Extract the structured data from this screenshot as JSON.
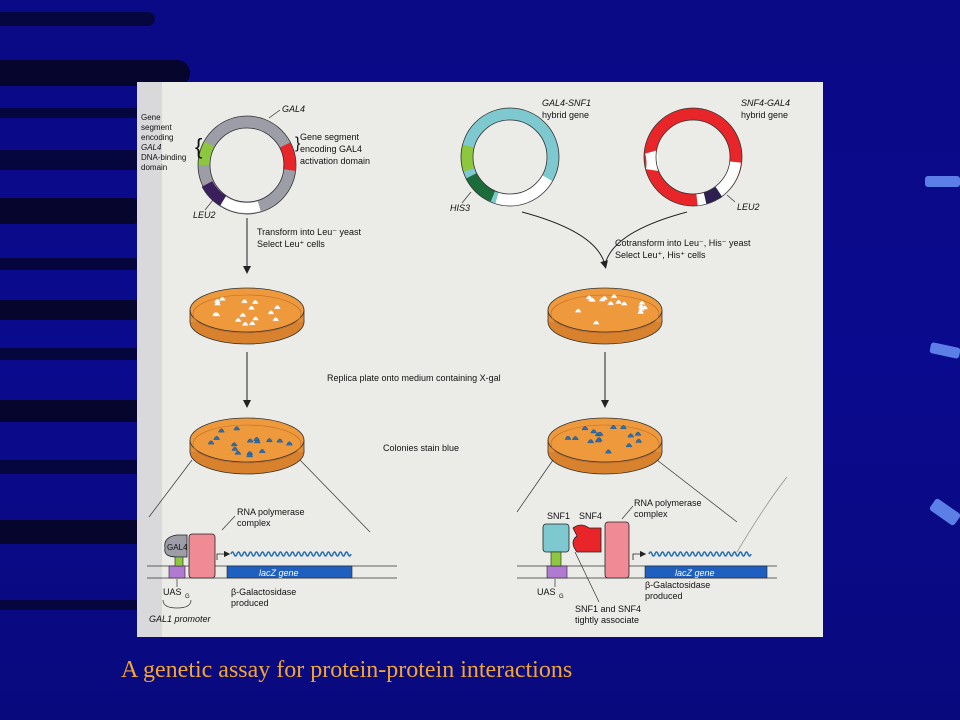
{
  "caption": "A genetic assay for protein-protein interactions",
  "colors": {
    "background": "#0a0a86",
    "caption": "#f2a52f",
    "plate": "#ee9a3c",
    "colony_white": "#ffffff",
    "colony_blue": "#2a6fb0",
    "gal4_activation": "#e8262a",
    "snf1_hybrid": "#7ec8cf",
    "snf4_hybrid": "#e8262a",
    "lacz": "#1f5fbf"
  },
  "diagram": {
    "left": {
      "plasmid_gal4_label": "GAL4",
      "dna_binding_label": [
        "Gene",
        "segment",
        "encoding",
        "GAL4",
        "DNA-binding",
        "domain"
      ],
      "activation_label": [
        "Gene segment",
        "encoding GAL4",
        "activation domain"
      ],
      "marker_label": "LEU2",
      "transform_step": [
        "Transform into Leu⁻ yeast",
        "Select Leu⁺ cells"
      ]
    },
    "right": {
      "plasmid1_label": [
        "GAL4-SNF1",
        "hybrid gene"
      ],
      "plasmid1_marker": "HIS3",
      "plasmid2_label": [
        "SNF4-GAL4",
        "hybrid gene"
      ],
      "plasmid2_marker": "LEU2",
      "cotransform_step": [
        "Cotransform into Leu⁻, His⁻ yeast",
        "Select Leu⁺, His⁺ cells"
      ]
    },
    "center": {
      "replica_step": "Replica plate onto medium containing X-gal",
      "stain_result": "Colonies stain blue"
    },
    "bottom_left": {
      "rna_pol": [
        "RNA polymerase",
        "complex"
      ],
      "gal4_tag": "GAL4",
      "lacz_gene": "lacZ gene",
      "uas": "UAS",
      "uas_sub": "G",
      "bgal": [
        "β-Galactosidase",
        "produced"
      ],
      "promoter": "GAL1 promoter"
    },
    "bottom_right": {
      "snf1": "SNF1",
      "snf4": "SNF4",
      "rna_pol": [
        "RNA polymerase",
        "complex"
      ],
      "lacz_gene": "lacZ gene",
      "uas": "UAS",
      "uas_sub": "G",
      "bgal": [
        "β-Galactosidase",
        "produced"
      ],
      "associate": [
        "SNF1 and SNF4",
        "tightly associate"
      ]
    }
  }
}
